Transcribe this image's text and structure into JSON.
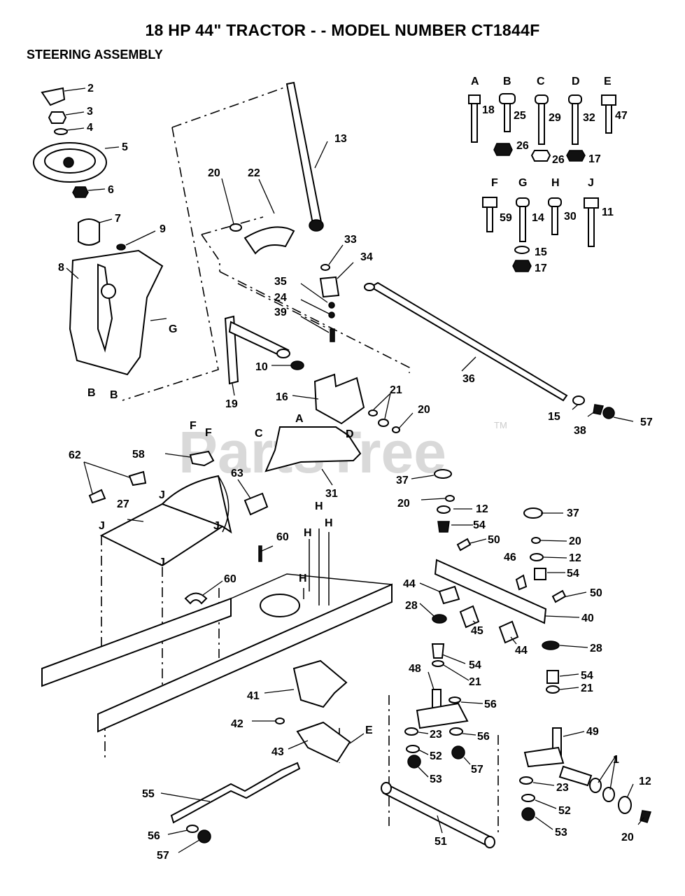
{
  "title": "18 HP 44\" TRACTOR - - MODEL NUMBER CT1844F",
  "subtitle": "STEERING ASSEMBLY",
  "watermark": "PartsTree",
  "watermark_tm": "TM",
  "hardware_letters": [
    "A",
    "B",
    "C",
    "D",
    "E",
    "F",
    "G",
    "H",
    "J"
  ],
  "hardware_numbers": [
    "18",
    "25",
    "26",
    "29",
    "26",
    "17",
    "32",
    "47",
    "59",
    "14",
    "15",
    "17",
    "30",
    "11"
  ],
  "callout_letters": [
    "B",
    "B",
    "G",
    "A",
    "C",
    "D",
    "F",
    "F",
    "J",
    "J",
    "J",
    "J",
    "H",
    "H",
    "H",
    "H",
    "E"
  ],
  "part_numbers": [
    "2",
    "3",
    "4",
    "5",
    "6",
    "7",
    "9",
    "8",
    "13",
    "20",
    "22",
    "33",
    "34",
    "35",
    "24",
    "39",
    "10",
    "19",
    "16",
    "21",
    "20",
    "36",
    "15",
    "38",
    "57",
    "31",
    "58",
    "62",
    "63",
    "27",
    "37",
    "20",
    "12",
    "54",
    "50",
    "60",
    "60",
    "46",
    "44",
    "28",
    "37",
    "20",
    "12",
    "54",
    "50",
    "40",
    "45",
    "44",
    "28",
    "54",
    "21",
    "48",
    "41",
    "42",
    "43",
    "56",
    "23",
    "56",
    "52",
    "57",
    "53",
    "49",
    "54",
    "21",
    "1",
    "23",
    "12",
    "52",
    "53",
    "20",
    "55",
    "56",
    "57",
    "51"
  ],
  "colors": {
    "ink": "#000000",
    "paper": "#ffffff",
    "watermark": "#d9d9d9"
  }
}
